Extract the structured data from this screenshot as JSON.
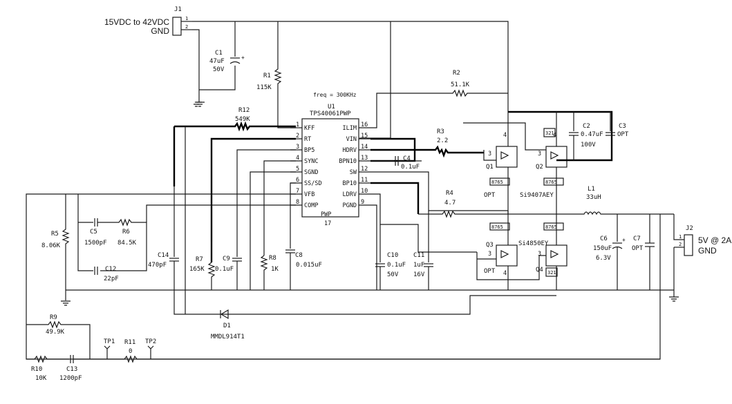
{
  "title": "",
  "connectors": {
    "j1": {
      "ref": "J1",
      "pin1": "1",
      "pin2": "2",
      "label1": "15VDC to 42VDC",
      "label2": "GND"
    },
    "j2": {
      "ref": "J2",
      "pin1": "1",
      "pin2": "2",
      "label1": "5V @ 2A",
      "label2": "GND"
    }
  },
  "ic": {
    "ref": "U1",
    "part": "TPS40061PWP",
    "freq": "freq = 300KHz",
    "pwp_label": "PWP",
    "pwp_pin": "17",
    "left_pins": [
      {
        "num": "1",
        "name": "KFF"
      },
      {
        "num": "2",
        "name": "RT"
      },
      {
        "num": "3",
        "name": "BP5"
      },
      {
        "num": "4",
        "name": "SYNC"
      },
      {
        "num": "5",
        "name": "SGND"
      },
      {
        "num": "6",
        "name": "SS/SD"
      },
      {
        "num": "7",
        "name": "VFB"
      },
      {
        "num": "8",
        "name": "COMP"
      }
    ],
    "right_pins": [
      {
        "num": "16",
        "name": "ILIM"
      },
      {
        "num": "15",
        "name": "VIN"
      },
      {
        "num": "14",
        "name": "HDRV"
      },
      {
        "num": "13",
        "name": "BPN10"
      },
      {
        "num": "12",
        "name": "SW"
      },
      {
        "num": "11",
        "name": "BP10"
      },
      {
        "num": "10",
        "name": "LDRV"
      },
      {
        "num": "9",
        "name": "PGND"
      }
    ]
  },
  "components": {
    "c1": {
      "ref": "C1",
      "value": "47uF",
      "rating": "50V"
    },
    "r1": {
      "ref": "R1",
      "value": "115K"
    },
    "r2": {
      "ref": "R2",
      "value": "51.1K"
    },
    "r12": {
      "ref": "R12",
      "value": "549K"
    },
    "r3": {
      "ref": "R3",
      "value": "2.2"
    },
    "r4": {
      "ref": "R4",
      "value": "4.7"
    },
    "c4": {
      "ref": "C4",
      "value": "0.1uF"
    },
    "c2": {
      "ref": "C2",
      "value": "0.47uF",
      "rating": "100V"
    },
    "c3": {
      "ref": "C3",
      "value": "OPT"
    },
    "q1": {
      "ref": "Q1",
      "value": "OPT"
    },
    "q2": {
      "ref": "Q2",
      "value": "Si9407AEY"
    },
    "q3": {
      "ref": "Q3",
      "value": "OPT"
    },
    "q4": {
      "ref": "Q4",
      "value": "Si4850EY"
    },
    "l1": {
      "ref": "L1",
      "value": "33uH"
    },
    "c6": {
      "ref": "C6",
      "value": "150uF",
      "rating": "6.3V"
    },
    "c7": {
      "ref": "C7",
      "value": "OPT"
    },
    "r5": {
      "ref": "R5",
      "value": "8.06K"
    },
    "c5": {
      "ref": "C5",
      "value": "1500pF"
    },
    "r6": {
      "ref": "R6",
      "value": "84.5K"
    },
    "c12": {
      "ref": "C12",
      "value": "22pF"
    },
    "c14": {
      "ref": "C14",
      "value": "470pF"
    },
    "r7": {
      "ref": "R7",
      "value": "165K"
    },
    "c9": {
      "ref": "C9",
      "value": "0.1uF"
    },
    "r8": {
      "ref": "R8",
      "value": "1K"
    },
    "c8": {
      "ref": "C8",
      "value": "0.015uF"
    },
    "c10": {
      "ref": "C10",
      "value": "0.1uF",
      "rating": "50V"
    },
    "c11": {
      "ref": "C11",
      "value": "1uF",
      "rating": "16V"
    },
    "d1": {
      "ref": "D1",
      "value": "MMDL914T1"
    },
    "r9": {
      "ref": "R9",
      "value": "49.9K"
    },
    "r10": {
      "ref": "R10",
      "value": "10K"
    },
    "c13": {
      "ref": "C13",
      "value": "1200pF"
    },
    "r11": {
      "ref": "R11",
      "value": "0"
    },
    "tp1": {
      "ref": "TP1"
    },
    "tp2": {
      "ref": "TP2"
    }
  },
  "mosfet_pins": {
    "p1": "1",
    "p2": "2",
    "p3": "3",
    "p4": "4",
    "p5": "5",
    "p6": "6",
    "p7": "7",
    "p8": "8",
    "top_group": "8765",
    "q2_group": "321",
    "q4_group": "321"
  }
}
